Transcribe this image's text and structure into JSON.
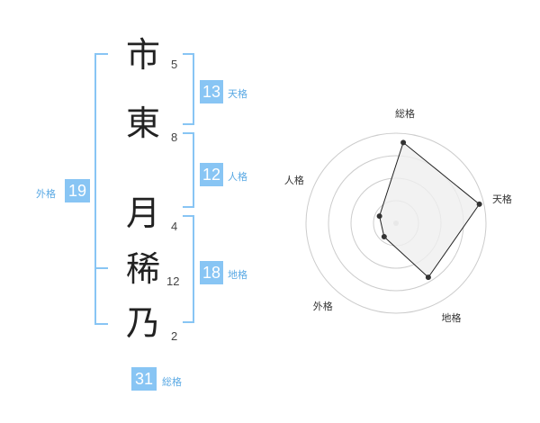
{
  "name": {
    "characters": [
      {
        "char": "市",
        "strokes": "5"
      },
      {
        "char": "東",
        "strokes": "8"
      },
      {
        "char": "月",
        "strokes": "4"
      },
      {
        "char": "稀",
        "strokes": "12"
      },
      {
        "char": "乃",
        "strokes": "2"
      }
    ]
  },
  "kakusu": {
    "tenkaku": {
      "label": "天格",
      "value": "13"
    },
    "jinkaku": {
      "label": "人格",
      "value": "12"
    },
    "chikaku": {
      "label": "地格",
      "value": "18"
    },
    "gaikaku": {
      "label": "外格",
      "value": "19"
    },
    "soukaku": {
      "label": "総格",
      "value": "31"
    }
  },
  "colors": {
    "accent": "#88c5f4",
    "accent_text": "#5aa9e4",
    "bracket": "#88c5f4",
    "radar_fill": "#efefef",
    "radar_line": "#222222",
    "grid": "#cccccc"
  },
  "chart_data": {
    "type": "radar",
    "axes": [
      "総格",
      "天格",
      "地格",
      "外格",
      "人格"
    ],
    "values": [
      0.9,
      0.95,
      0.7,
      0.2,
      0.2
    ],
    "range": [
      0,
      1
    ],
    "rings": 4
  }
}
